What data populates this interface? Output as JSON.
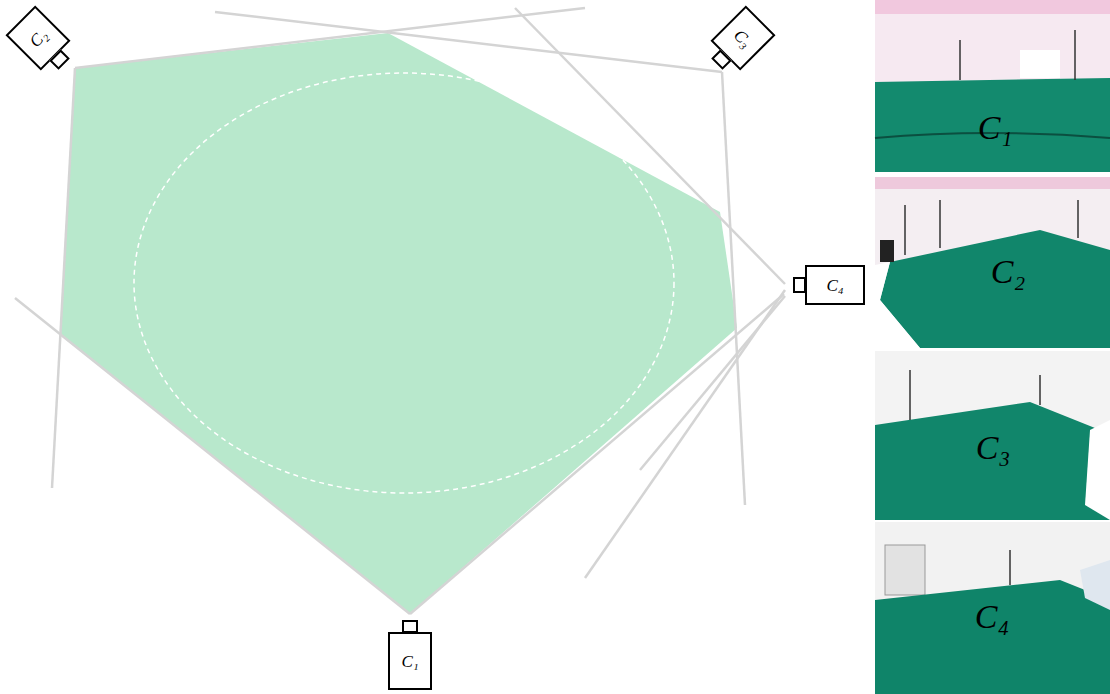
{
  "diagram": {
    "nodes": [
      {
        "text": [
          "C₂"
        ]
      },
      {
        "text": [
          "C₃"
        ]
      },
      {
        "text": [
          "C₄"
        ]
      },
      {
        "text": [
          "C₁"
        ]
      },
      {
        "text": [
          "C₁"
        ]
      },
      {
        "text": [
          "C₂"
        ]
      },
      {
        "text": [
          "C₃"
        ]
      },
      {
        "text": [
          "C₄"
        ]
      }
    ]
  }
}
